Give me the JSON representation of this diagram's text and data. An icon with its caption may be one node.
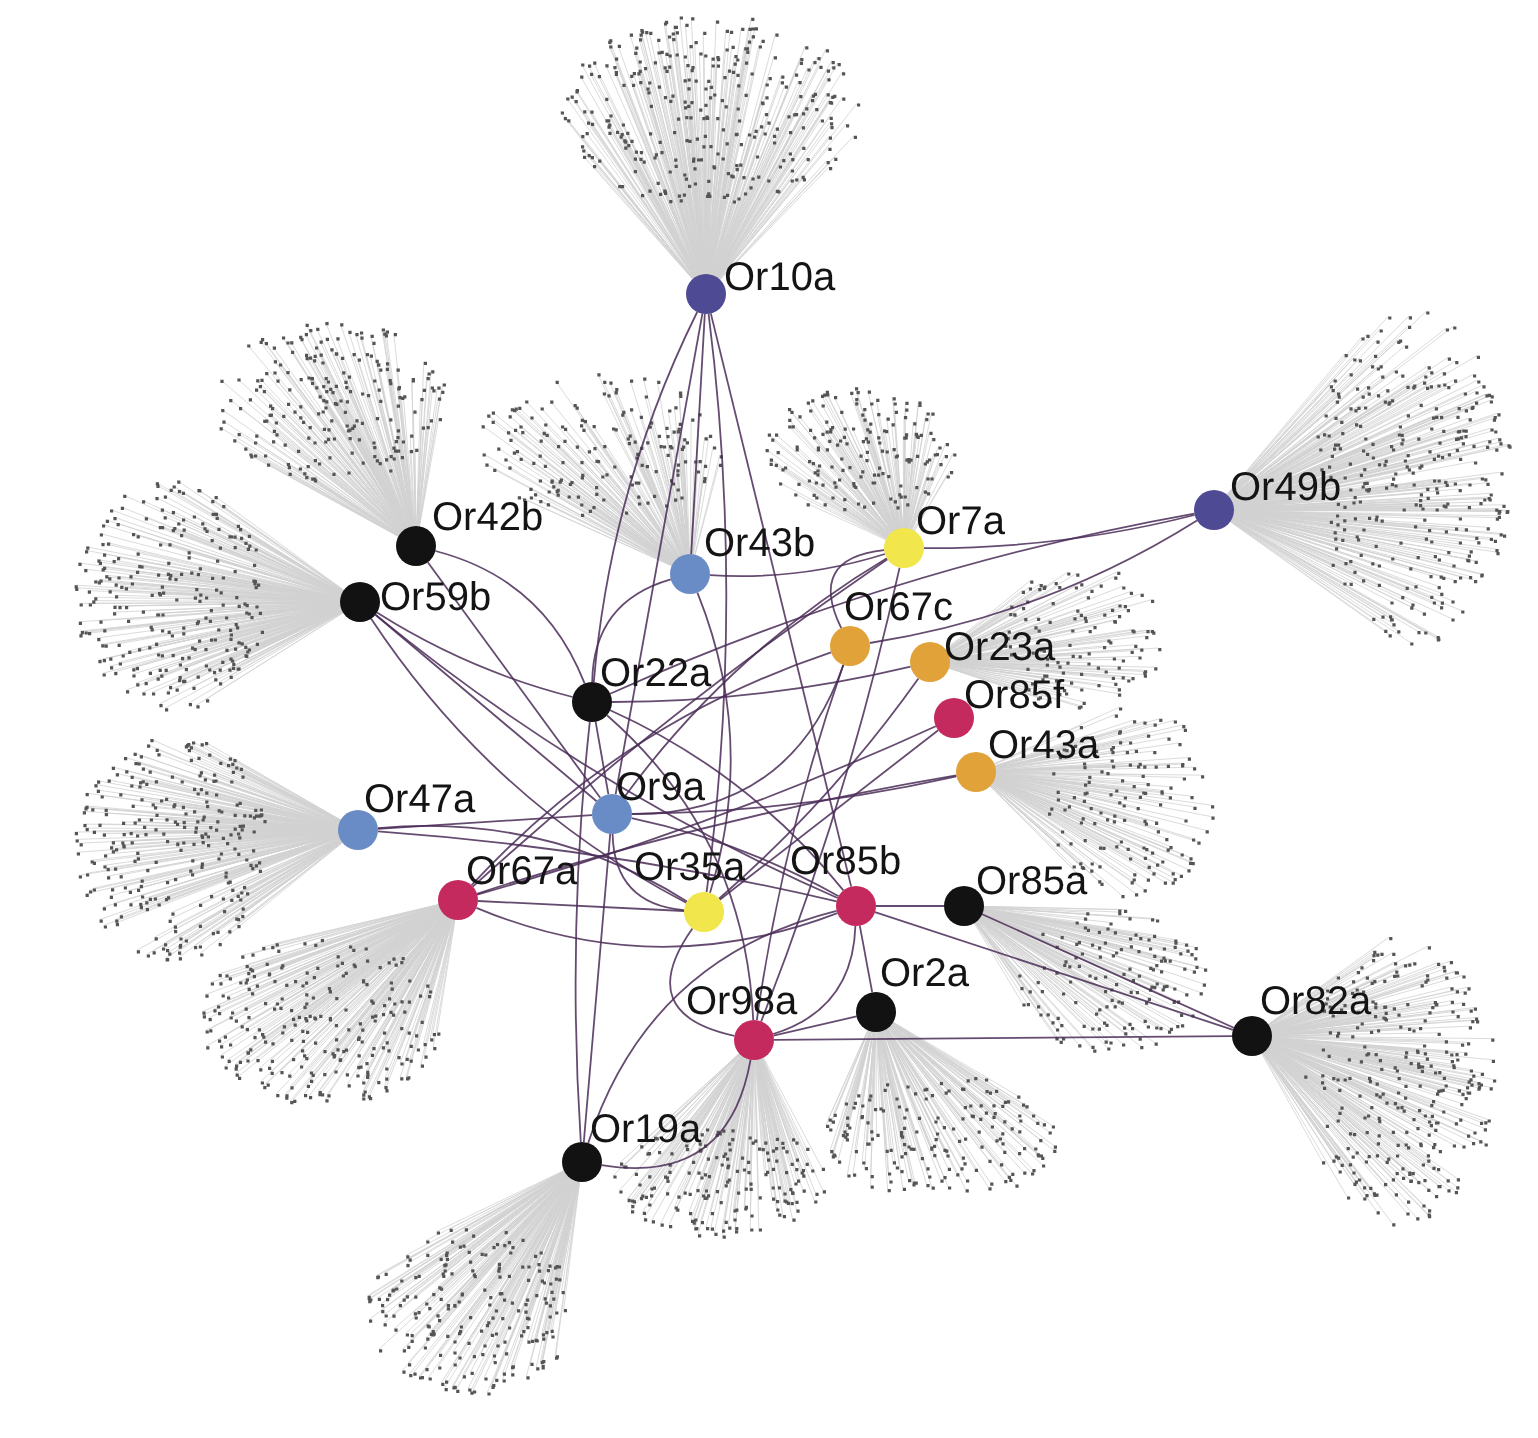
{
  "diagram": {
    "nodes": [
      {
        "text": [
          "Or10a"
        ]
      },
      {
        "text": [
          "Or49b"
        ]
      },
      {
        "text": [
          "Or42b"
        ]
      },
      {
        "text": [
          "Or7a"
        ]
      },
      {
        "text": [
          "Or43b"
        ]
      },
      {
        "text": [
          "Or59b"
        ]
      },
      {
        "text": [
          "Or67c"
        ]
      },
      {
        "text": [
          "Or23a"
        ]
      },
      {
        "text": [
          "Or22a"
        ]
      },
      {
        "text": [
          "Or85f"
        ]
      },
      {
        "text": [
          "Or43a"
        ]
      },
      {
        "text": [
          "Or9a"
        ]
      },
      {
        "text": [
          "Or47a"
        ]
      },
      {
        "text": [
          "Or67a"
        ]
      },
      {
        "text": [
          "Or85b"
        ]
      },
      {
        "text": [
          "Or85a"
        ]
      },
      {
        "text": [
          "Or35a"
        ]
      },
      {
        "text": [
          "Or2a"
        ]
      },
      {
        "text": [
          "Or82a"
        ]
      },
      {
        "text": [
          "Or98a"
        ]
      },
      {
        "text": [
          "Or19a"
        ]
      }
    ],
    "edges": [
      {
        "from": 0,
        "to": 4,
        "arrow": "none"
      },
      {
        "from": 0,
        "to": 8,
        "arrow": "none"
      },
      {
        "from": 0,
        "to": 11,
        "arrow": "none"
      },
      {
        "from": 0,
        "to": 16,
        "arrow": "none"
      },
      {
        "from": 0,
        "to": 14,
        "arrow": "none"
      },
      {
        "from": 1,
        "to": 3,
        "arrow": "none"
      },
      {
        "from": 1,
        "to": 6,
        "arrow": "none"
      },
      {
        "from": 1,
        "to": 8,
        "arrow": "none"
      },
      {
        "from": 2,
        "to": 8,
        "arrow": "none"
      },
      {
        "from": 2,
        "to": 11,
        "arrow": "none"
      },
      {
        "from": 3,
        "to": 4,
        "arrow": "none"
      },
      {
        "from": 3,
        "to": 6,
        "arrow": "none"
      },
      {
        "from": 3,
        "to": 13,
        "arrow": "none"
      },
      {
        "from": 3,
        "to": 19,
        "arrow": "none"
      },
      {
        "from": 3,
        "to": 11,
        "arrow": "none"
      },
      {
        "from": 4,
        "to": 8,
        "arrow": "none"
      },
      {
        "from": 4,
        "to": 16,
        "arrow": "none"
      },
      {
        "from": 5,
        "to": 8,
        "arrow": "none"
      },
      {
        "from": 5,
        "to": 11,
        "arrow": "none"
      },
      {
        "from": 5,
        "to": 14,
        "arrow": "none"
      },
      {
        "from": 5,
        "to": 16,
        "arrow": "none"
      },
      {
        "from": 6,
        "to": 13,
        "arrow": "none"
      },
      {
        "from": 6,
        "to": 19,
        "arrow": "none"
      },
      {
        "from": 6,
        "to": 11,
        "arrow": "none"
      },
      {
        "from": 7,
        "to": 8,
        "arrow": "none"
      },
      {
        "from": 7,
        "to": 16,
        "arrow": "none"
      },
      {
        "from": 8,
        "to": 14,
        "arrow": "none"
      },
      {
        "from": 8,
        "to": 19,
        "arrow": "none"
      },
      {
        "from": 8,
        "to": 11,
        "arrow": "none"
      },
      {
        "from": 9,
        "to": 13,
        "arrow": "none"
      },
      {
        "from": 9,
        "to": 16,
        "arrow": "none"
      },
      {
        "from": 10,
        "to": 11,
        "arrow": "none"
      },
      {
        "from": 10,
        "to": 13,
        "arrow": "none"
      },
      {
        "from": 11,
        "to": 14,
        "arrow": "none"
      },
      {
        "from": 11,
        "to": 16,
        "arrow": "none"
      },
      {
        "from": 12,
        "to": 11,
        "arrow": "none"
      },
      {
        "from": 12,
        "to": 14,
        "arrow": "none"
      },
      {
        "from": 12,
        "to": 16,
        "arrow": "none"
      },
      {
        "from": 13,
        "to": 14,
        "arrow": "none"
      },
      {
        "from": 13,
        "to": 16,
        "arrow": "none"
      },
      {
        "from": 14,
        "to": 15,
        "arrow": "none"
      },
      {
        "from": 14,
        "to": 19,
        "arrow": "none"
      },
      {
        "from": 14,
        "to": 18,
        "arrow": "none"
      },
      {
        "from": 15,
        "to": 18,
        "arrow": "none"
      },
      {
        "from": 16,
        "to": 19,
        "arrow": "none"
      },
      {
        "from": 17,
        "to": 19,
        "arrow": "none"
      },
      {
        "from": 17,
        "to": 14,
        "arrow": "none"
      },
      {
        "from": 18,
        "to": 19,
        "arrow": "none"
      },
      {
        "from": 20,
        "to": 11,
        "arrow": "none"
      },
      {
        "from": 20,
        "to": 8,
        "arrow": "none"
      },
      {
        "from": 20,
        "to": 19,
        "arrow": "none"
      },
      {
        "from": 20,
        "to": 14,
        "arrow": "none"
      }
    ]
  }
}
